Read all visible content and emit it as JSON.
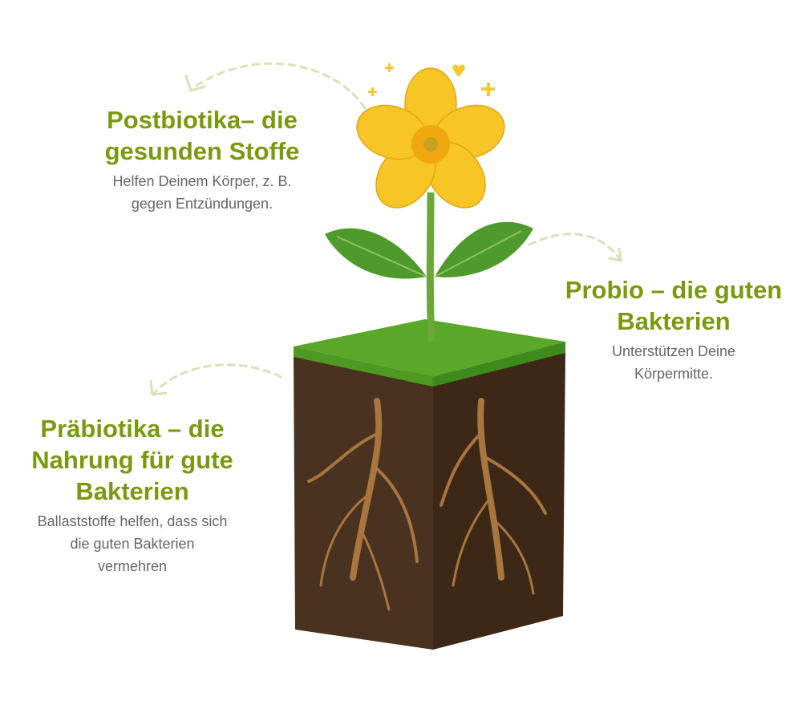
{
  "postbiotika": {
    "title_lines": [
      "Postbiotika– die",
      "gesunden Stoffe"
    ],
    "text_lines": [
      "Helfen Deinem Körper, z. B.",
      "gegen Entzündungen."
    ]
  },
  "probio": {
    "title_lines": [
      "Probio – die guten",
      "Bakterien"
    ],
    "text_lines": [
      "Unterstützen Deine",
      "Körpermitte."
    ]
  },
  "praebiotika": {
    "title_lines": [
      "Präbiotika – die",
      "Nahrung für gute",
      "Bakterien"
    ],
    "text_lines": [
      "Ballaststoffe helfen, dass sich",
      "die guten Bakterien",
      "vermehren"
    ]
  },
  "colors": {
    "heading": "#7a9a0e",
    "text": "#666666",
    "arrow": "#d9e2b8",
    "flower": "#f7c526",
    "soil": "#4a3220",
    "grass": "#5aa82a"
  }
}
